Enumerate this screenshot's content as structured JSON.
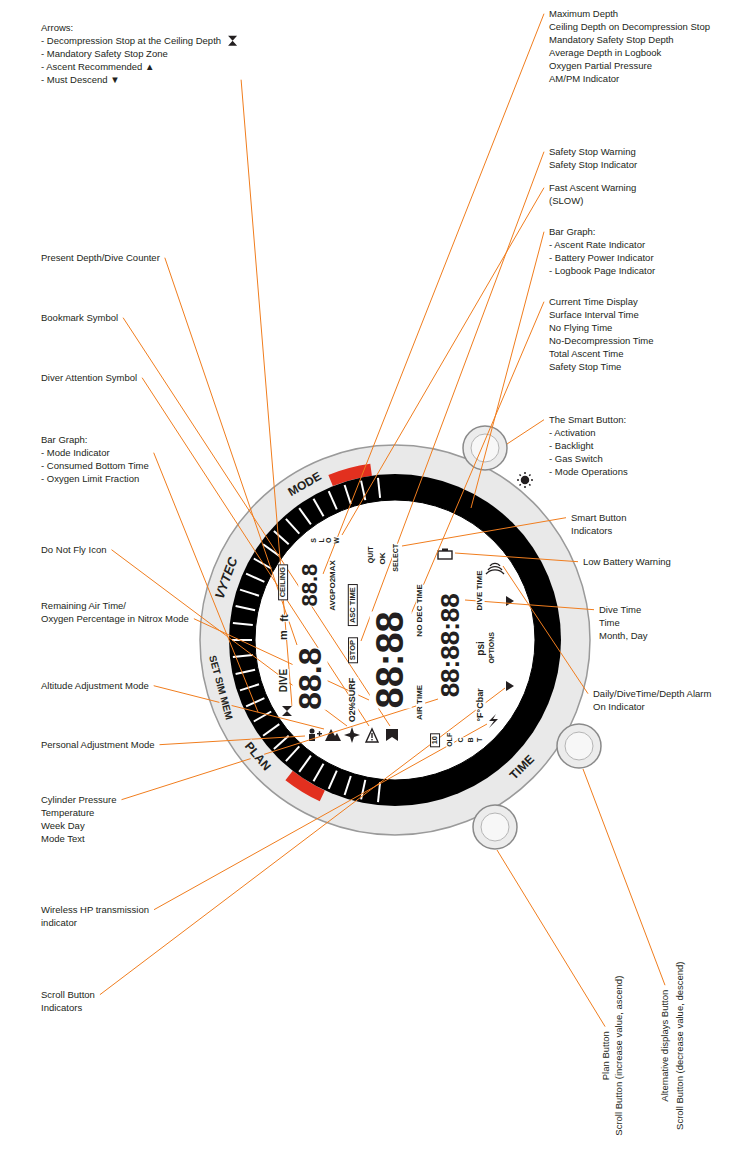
{
  "diagram": {
    "labels": [
      "Arrows:",
      "- Decompression Stop at the Ceiling Depth",
      "- Mandatory Safety Stop Zone",
      "- Ascent Recommended ▲",
      "- Must Descend ▼",
      "Present Depth/Dive Counter",
      "Bookmark Symbol",
      "Diver Attention Symbol",
      "Bar Graph:",
      "- Mode Indicator",
      "- Consumed Bottom Time",
      "- Oxygen Limit Fraction",
      "Do Not Fly Icon",
      "Remaining Air Time/",
      "Oxygen Percentage in Nitrox Mode",
      "Altitude Adjustment Mode",
      "Personal Adjustment Mode",
      "Cylinder Pressure",
      "Temperature",
      "Week Day",
      "Mode Text",
      "Wireless HP transmission",
      "indicator",
      "Scroll Button",
      "Indicators",
      "Maximum Depth",
      "Ceiling Depth on Decompression Stop",
      "Mandatory Safety Stop Depth",
      "Average Depth in Logbook",
      "Oxygen Partial Pressure",
      "AM/PM Indicator",
      "Safety Stop Warning",
      "Safety Stop Indicator",
      "Fast Ascent Warning",
      "(SLOW)",
      "Bar Graph:",
      "- Ascent Rate Indicator",
      "- Battery Power Indicator",
      "- Logbook Page Indicator",
      "Current Time Display",
      "Surface Interval Time",
      "No Flying Time",
      "No-Decompression Time",
      "Total Ascent Time",
      "Safety Stop Time",
      "The Smart Button:",
      "- Activation",
      "- Backlight",
      "- Gas Switch",
      "- Mode Operations",
      "Smart Button",
      "Indicators",
      "Low Battery Warning",
      "Dive Time",
      "Time",
      "Month, Day",
      "Daily/DiveTime/Depth Alarm",
      "On Indicator",
      "Plan Button",
      "Scroll Button (increase value, ascend)",
      "Alternative displays Button",
      "Scroll Button (decrease value, descend)",
      "VYTEC",
      "MODE",
      "SET SIM MEM",
      "PLAN",
      "TIME",
      "DIVE",
      "m",
      "ft",
      "CEILING",
      "88.8",
      "88.8",
      "AVGPO2MAX",
      "10",
      "O2%SURF",
      "STOP",
      "ASC TIME",
      "88:88",
      "QUIT",
      "OK",
      "SELECT",
      "AIR TIME",
      "NO DEC TIME",
      "88:88:88",
      "°F°Cbar",
      "psi",
      "OPTIONS",
      "DIVE TIME",
      "OLF",
      "C",
      "B",
      "T",
      "SLOW"
    ]
  }
}
